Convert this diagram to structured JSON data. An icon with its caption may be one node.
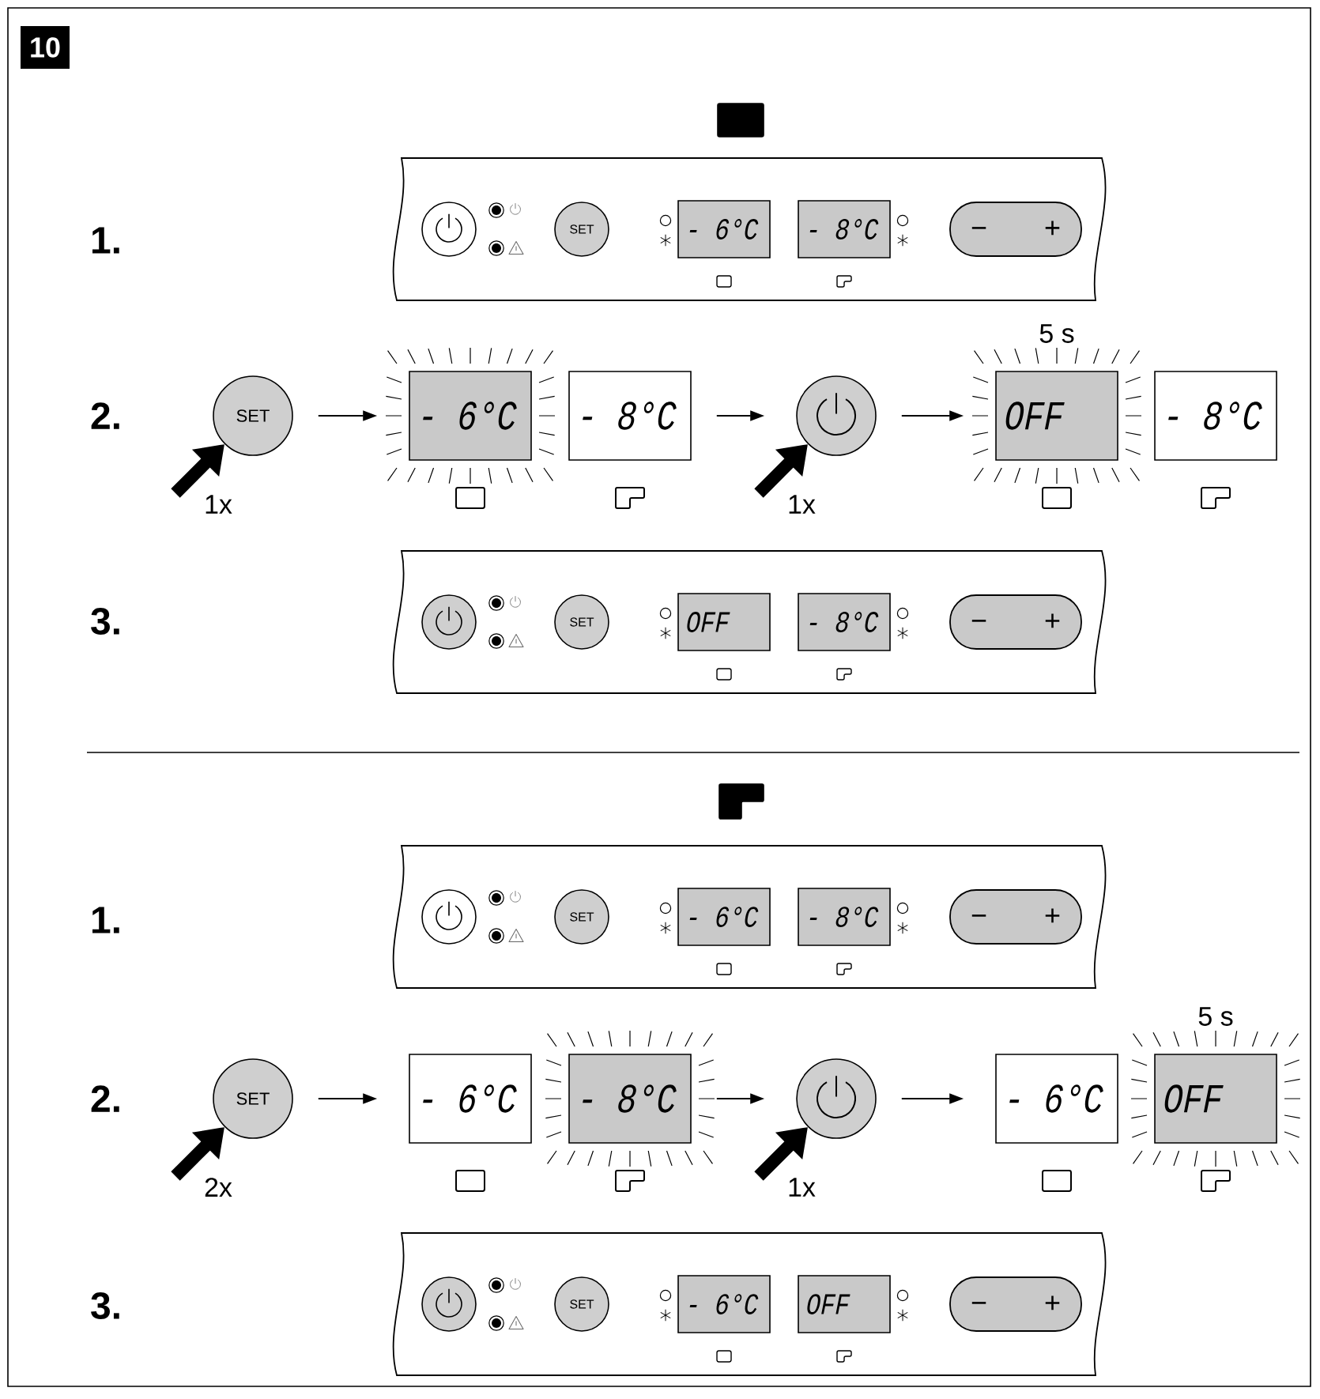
{
  "diagram": {
    "nodes": [
      {
        "text": [],
        "shape": "box"
      },
      {
        "text": [],
        "shape": "circle",
        "in": 0
      },
      {
        "text": [
          "SET"
        ],
        "in": 0
      },
      {
        "text": [
          "- 6°C"
        ],
        "in": 0
      },
      {
        "text": [
          "- 8°C"
        ],
        "in": 0
      },
      {
        "text": [
          "−",
          "+"
        ],
        "in": 0
      },
      {
        "text": [
          "SET"
        ]
      },
      {
        "text": [
          "- 6°C"
        ]
      },
      {
        "text": [
          "- 8°C"
        ]
      },
      {
        "text": [],
        "shape": "circle"
      },
      {
        "text": [
          "OFF"
        ],
        "beside": [
          "5 s"
        ]
      },
      {
        "text": [
          "- 8°C"
        ]
      },
      {
        "text": [],
        "shape": "box"
      },
      {
        "text": [],
        "shape": "circle",
        "in": 12
      },
      {
        "text": [
          "SET"
        ],
        "in": 12
      },
      {
        "text": [
          "OFF"
        ],
        "in": 12
      },
      {
        "text": [
          "- 8°C"
        ],
        "in": 12
      },
      {
        "text": [
          "−",
          "+"
        ],
        "in": 12
      },
      {
        "text": [],
        "shape": "box"
      },
      {
        "text": [],
        "shape": "circle",
        "in": 18
      },
      {
        "text": [
          "SET"
        ],
        "in": 18
      },
      {
        "text": [
          "- 6°C"
        ],
        "in": 18
      },
      {
        "text": [
          "- 8°C"
        ],
        "in": 18
      },
      {
        "text": [
          "−",
          "+"
        ],
        "in": 18
      },
      {
        "text": [
          "SET"
        ]
      },
      {
        "text": [
          "- 6°C"
        ]
      },
      {
        "text": [
          "- 8°C"
        ]
      },
      {
        "text": [],
        "shape": "circle"
      },
      {
        "text": [
          "- 6°C"
        ]
      },
      {
        "text": [
          "OFF"
        ],
        "beside": [
          "5 s"
        ]
      },
      {
        "text": [],
        "shape": "box"
      },
      {
        "text": [],
        "shape": "circle",
        "in": 30
      },
      {
        "text": [
          "SET"
        ],
        "in": 30
      },
      {
        "text": [
          "- 6°C"
        ],
        "in": 30
      },
      {
        "text": [
          "OFF"
        ],
        "in": 30
      },
      {
        "text": [
          "−",
          "+"
        ],
        "in": 30
      }
    ],
    "edges": [
      {
        "from": null,
        "to": 6,
        "arrow": "to",
        "label": "1x",
        "style": "thick"
      },
      {
        "from": 6,
        "to": 7,
        "arrow": "to"
      },
      {
        "from": 8,
        "to": 9,
        "arrow": "to"
      },
      {
        "from": null,
        "to": 9,
        "arrow": "to",
        "label": "1x",
        "style": "thick"
      },
      {
        "from": 9,
        "to": 10,
        "arrow": "to"
      },
      {
        "from": null,
        "to": 24,
        "arrow": "to",
        "label": "2x",
        "style": "thick"
      },
      {
        "from": 24,
        "to": 25,
        "arrow": "to"
      },
      {
        "from": 26,
        "to": 27,
        "arrow": "to"
      },
      {
        "from": null,
        "to": 27,
        "arrow": "to",
        "label": "1x",
        "style": "thick"
      },
      {
        "from": 27,
        "to": 28,
        "arrow": "to"
      }
    ],
    "labels": [
      "10",
      "1.",
      "2.",
      "3.",
      "1.",
      "2.",
      "3."
    ]
  }
}
